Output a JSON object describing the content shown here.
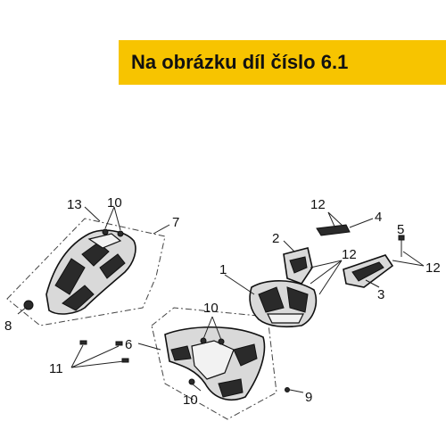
{
  "banner": {
    "text": "Na obrázku díl číslo 6.1",
    "background": "#f7c400"
  },
  "labels": {
    "l1": "1",
    "l2": "2",
    "l3": "3",
    "l4": "4",
    "l5": "5",
    "l6": "6",
    "l7": "7",
    "l8": "8",
    "l9": "9",
    "l10a": "10",
    "l10b": "10",
    "l10c": "10",
    "l11": "11",
    "l12a": "12",
    "l12b": "12",
    "l12c": "12",
    "l13": "13"
  },
  "icons": [
    "front-cowl-part",
    "headlight-part",
    "side-bracket-part",
    "trim-strip-part",
    "screw-clip-icon"
  ]
}
